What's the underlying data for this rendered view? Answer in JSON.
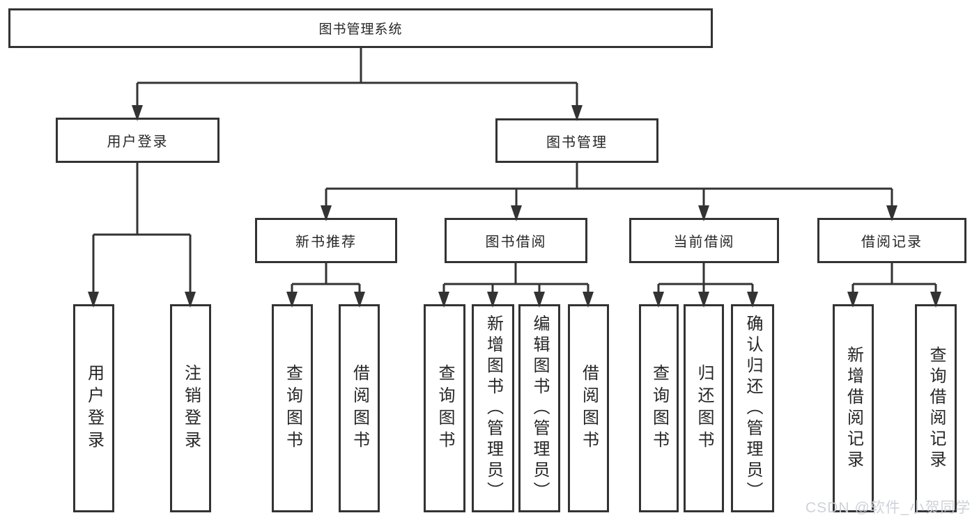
{
  "diagram": {
    "root": "图书管理系统",
    "user_login": {
      "label": "用户登录",
      "children": [
        "用户登录",
        "注销登录"
      ]
    },
    "book_management": {
      "label": "图书管理",
      "sections": {
        "new_book_recommend": {
          "label": "新书推荐",
          "children": [
            "查询图书",
            "借阅图书"
          ]
        },
        "book_borrowing": {
          "label": "图书借阅",
          "children": [
            "查询图书",
            "新增图书（管理员）",
            "编辑图书（管理员）",
            "借阅图书"
          ]
        },
        "current_borrowing": {
          "label": "当前借阅",
          "children": [
            "查询图书",
            "归还图书",
            "确认归还（管理员）"
          ]
        },
        "borrowing_records": {
          "label": "借阅记录",
          "children": [
            "新增借阅记录",
            "查询借阅记录"
          ]
        }
      }
    }
  },
  "watermark": "CSDN @软件_小贺同学",
  "colors": {
    "line": "#333333",
    "box_border": "#333333",
    "background": "#ffffff",
    "watermark_text": "#ccd0d7"
  }
}
